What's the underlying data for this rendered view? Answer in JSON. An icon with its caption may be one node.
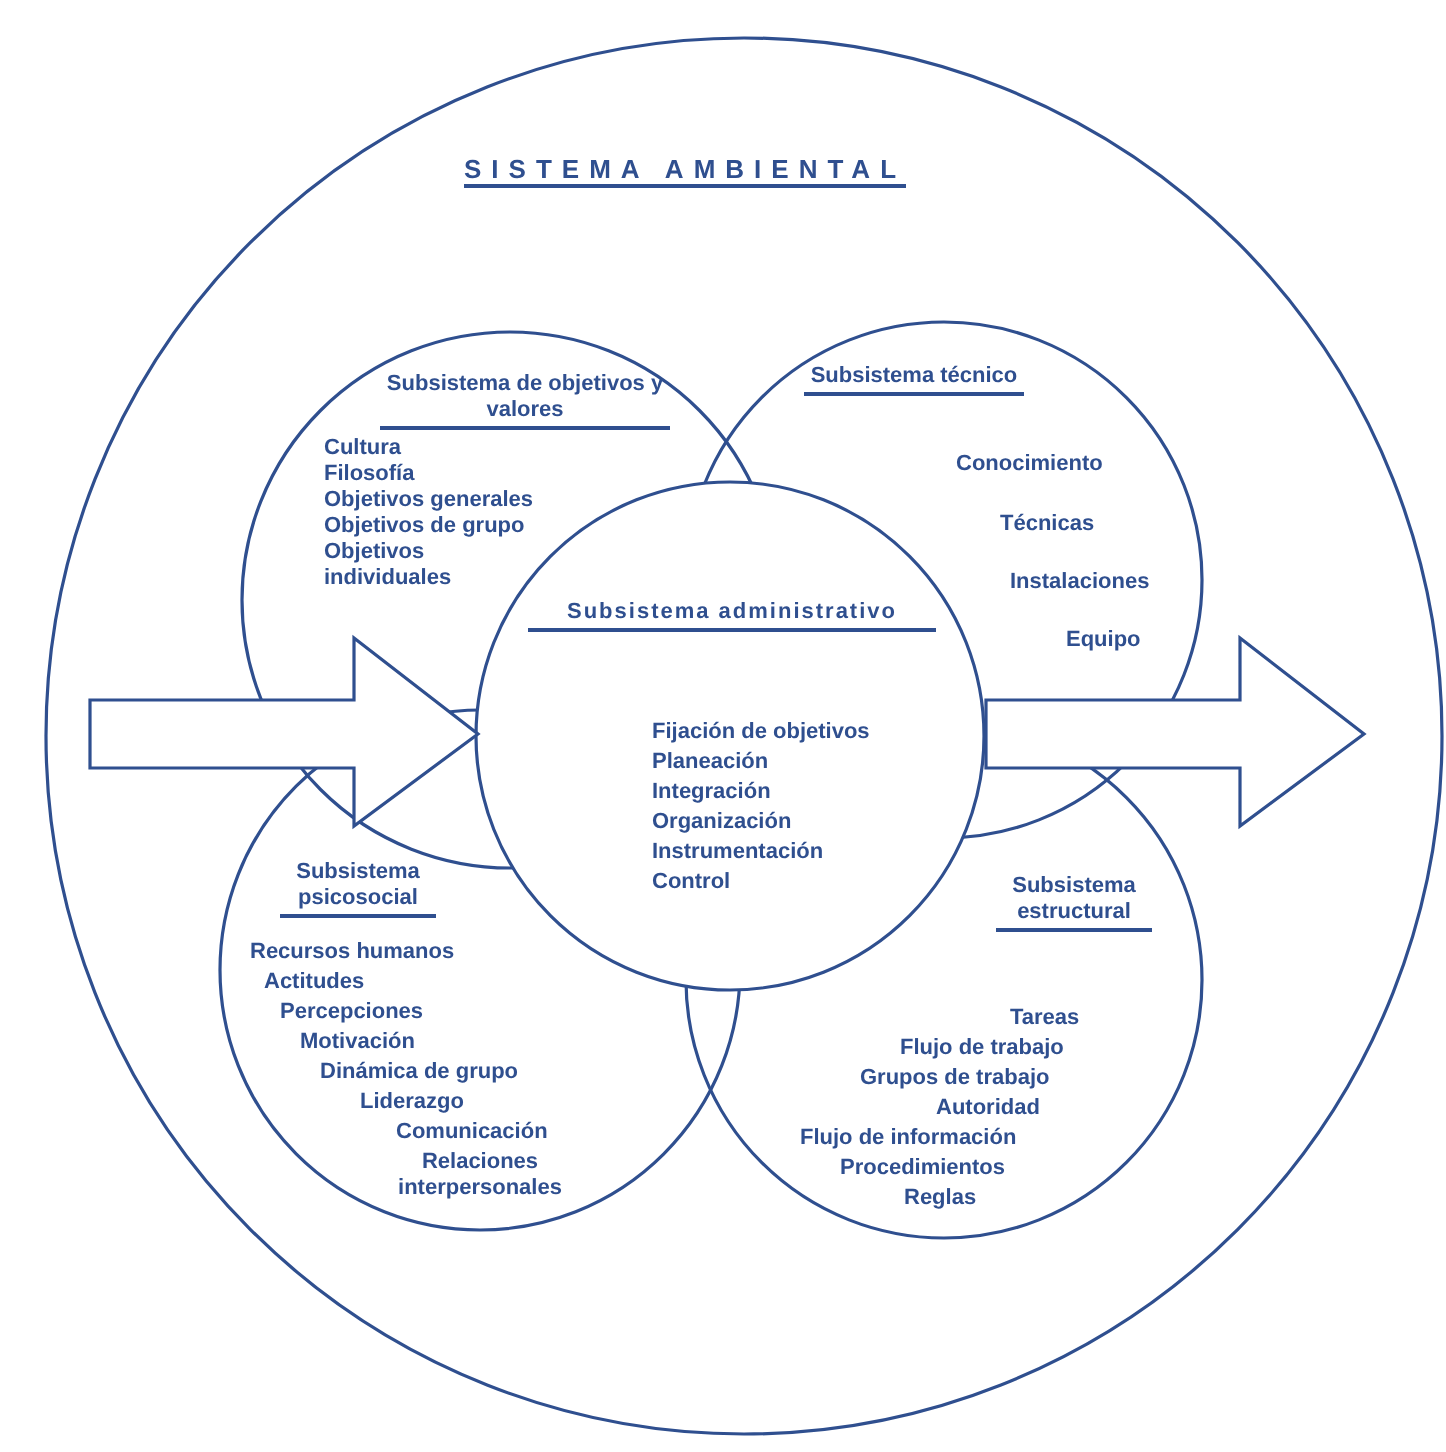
{
  "diagram": {
    "nodes": [
      {
        "text": [
          "SISTEMA AMBIENTAL"
        ]
      },
      {
        "text": [
          "Subsistema de objetivos y valores",
          "Cultura",
          "Filosofía",
          "Objetivos generales",
          "Objetivos de grupo",
          "Objetivos individuales"
        ],
        "in": 0
      },
      {
        "text": [
          "Subsistema técnico",
          "Conocimiento",
          "Técnicas",
          "Instalaciones",
          "Equipo"
        ],
        "in": 0
      },
      {
        "text": [
          "Subsistema administrativo",
          "Fijación de objetivos",
          "Planeación",
          "Integración",
          "Organización",
          "Instrumentación",
          "Control"
        ],
        "in": 0
      },
      {
        "text": [
          "Subsistema psicosocial",
          "Recursos humanos",
          "Actitudes",
          "Percepciones",
          "Motivación",
          "Dinámica de grupo",
          "Liderazgo",
          "Comunicación",
          "Relaciones interpersonales"
        ],
        "in": 0
      },
      {
        "text": [
          "Subsistema estructural",
          "Tareas",
          "Flujo de trabajo",
          "Grupos de trabajo",
          "Autoridad",
          "Flujo de información",
          "Procedimientos",
          "Reglas"
        ],
        "in": 0
      }
    ],
    "edges": [
      {
        "from": null,
        "to": 3,
        "arrow": "to"
      },
      {
        "from": 3,
        "to": null,
        "arrow": "to"
      }
    ]
  }
}
